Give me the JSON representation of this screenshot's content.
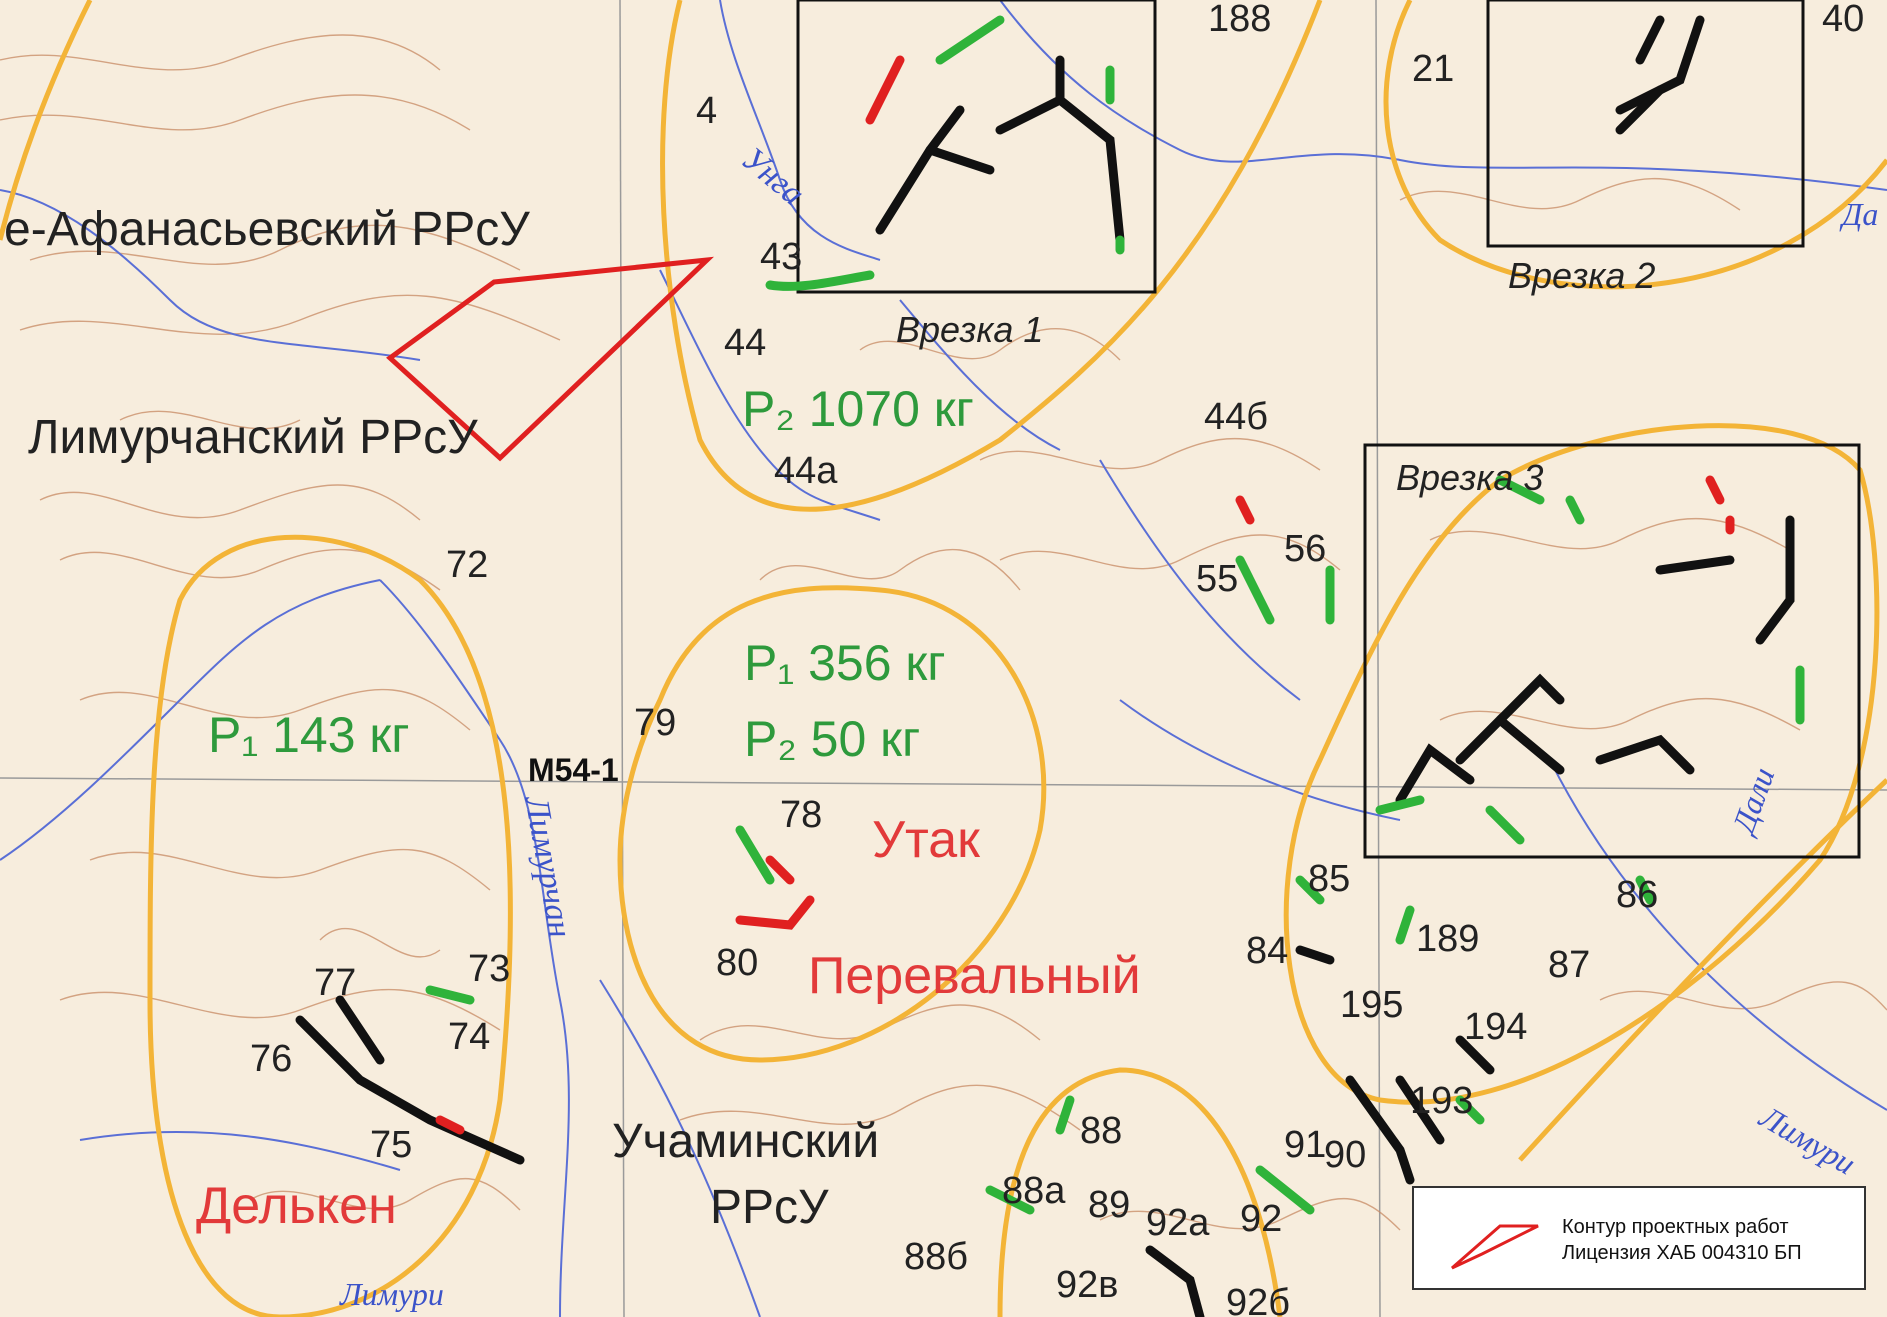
{
  "map": {
    "region_labels": [
      {
        "key": "afan",
        "text": "е-Афанасьевский РРсУ"
      },
      {
        "key": "limurch",
        "text": "Лимурчанский РРсУ"
      },
      {
        "key": "ucham1",
        "text": "Учаминский"
      },
      {
        "key": "ucham2",
        "text": "РРсУ"
      }
    ],
    "deposit_labels": [
      {
        "key": "utak",
        "text": "Утак"
      },
      {
        "key": "pereval",
        "text": "Перевальный"
      },
      {
        "key": "delken",
        "text": "Делькен"
      }
    ],
    "resource_labels": [
      {
        "key": "r1070",
        "text": "P₂ 1070 кг"
      },
      {
        "key": "r356",
        "text": "P₁ 356 кг"
      },
      {
        "key": "r50",
        "text": "P₂  50 кг"
      },
      {
        "key": "r143",
        "text": "P₁ 143 кг"
      }
    ],
    "inset_labels": [
      {
        "key": "i1",
        "text": "Врезка 1"
      },
      {
        "key": "i2",
        "text": "Врезка 2"
      },
      {
        "key": "i3",
        "text": "Врезка 3"
      }
    ],
    "sheet_label": "М54-1",
    "river_labels": [
      {
        "key": "unga",
        "text": "Унга"
      },
      {
        "key": "limurchan",
        "text": "Лимурчан"
      },
      {
        "key": "limuri",
        "text": "Лимури"
      },
      {
        "key": "limuri2",
        "text": "Лимури"
      },
      {
        "key": "dali",
        "text": "Дали"
      },
      {
        "key": "da",
        "text": "Да"
      }
    ],
    "point_labels": [
      "188",
      "40",
      "21",
      "4",
      "43",
      "44",
      "44б",
      "44а",
      "72",
      "55",
      "56",
      "79",
      "78",
      "80",
      "85",
      "84",
      "86",
      "189",
      "87",
      "195",
      "194",
      "193",
      "73",
      "77",
      "74",
      "76",
      "75",
      "88",
      "91",
      "90",
      "88а",
      "89",
      "92а",
      "92",
      "88б",
      "92в",
      "92б"
    ],
    "colors": {
      "contour": "#c78a63",
      "river": "#5a6fd6",
      "orange": "#f3b437",
      "red": "#e02020",
      "green": "#2fb33a",
      "black": "#111111"
    }
  },
  "legend": {
    "line1": "Контур проектных работ",
    "line2": "Лицензия ХАБ 004310 БП"
  }
}
